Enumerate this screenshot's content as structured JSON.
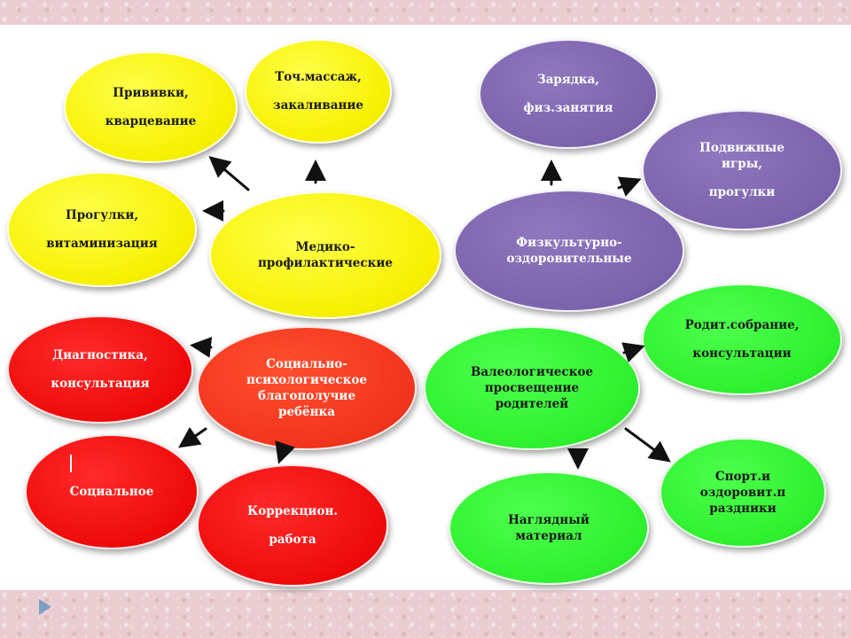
{
  "colors": {
    "yellow": "#f7f000",
    "purple": "#7b63ad",
    "red": "#ee0a0a",
    "orange": "#f2341c",
    "green": "#2ef02e",
    "arrow": "#111111"
  },
  "nodes": {
    "med": {
      "l1": "Медико-",
      "l2": "профилактические"
    },
    "vacc": {
      "l1": "Прививки,",
      "l2": "кварцевание"
    },
    "massage": {
      "l1": "Точ.массаж,",
      "l2": "закаливание"
    },
    "walks": {
      "l1": "Прогулки,",
      "l2": "витаминизация"
    },
    "phys": {
      "l1": "Физкультурно-",
      "l2": "оздоровительные"
    },
    "exercise": {
      "l1": "Зарядка,",
      "l2": "физ.занятия"
    },
    "games": {
      "l1": "Подвижные",
      "l2": "игры,",
      "l3": "прогулки"
    },
    "social": {
      "l1": "Социально-",
      "l2": "психологическое",
      "l3": "благополучие",
      "l4": "ребёнка"
    },
    "diag": {
      "l1": "Диагностика,",
      "l2": "консультация"
    },
    "socialn": {
      "l1": "Социальное"
    },
    "correct": {
      "l1": "Коррекцион.",
      "l2": "работа"
    },
    "valeo": {
      "l1": "Валеологическое",
      "l2": "просвещение",
      "l3": "родителей"
    },
    "meeting": {
      "l1": "Родит.собрание,",
      "l2": "консультации"
    },
    "visual": {
      "l1": "Наглядный",
      "l2": "материал"
    },
    "sport": {
      "l1": "Спорт.и",
      "l2": "оздоровит.п",
      "l3": "раздники"
    }
  },
  "icons": {
    "nav": "play-icon"
  }
}
